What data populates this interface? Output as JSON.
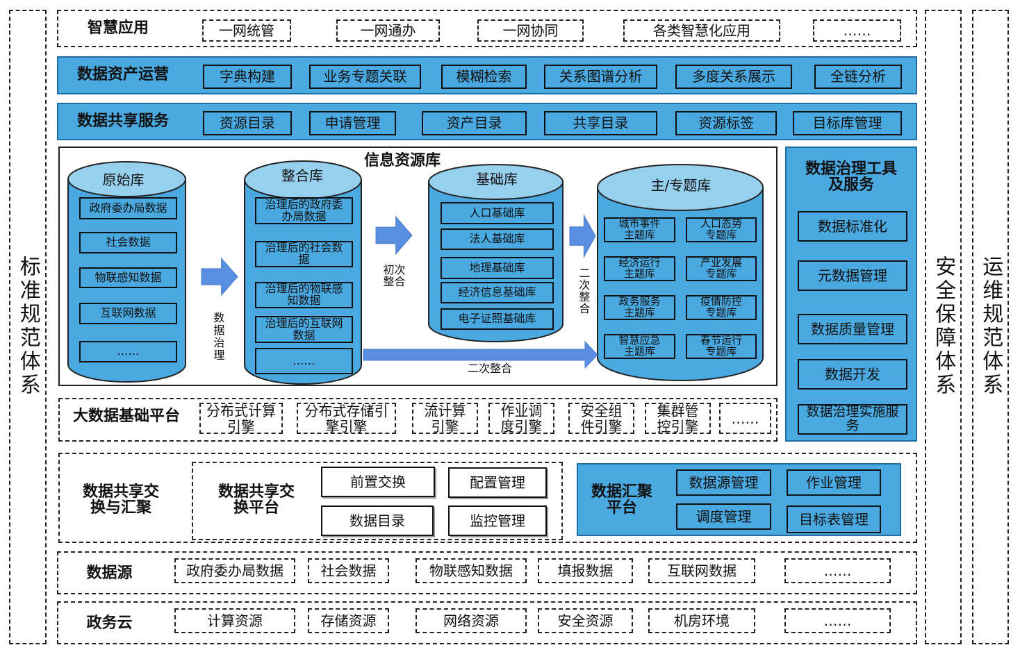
{
  "side": {
    "left": "标准规范体系",
    "security": "安全保障体系",
    "ops": "运维规范体系"
  },
  "smart_app": {
    "title": "智慧应用",
    "items": [
      "一网统管",
      "一网通办",
      "一网协同",
      "各类智慧化应用",
      "……"
    ]
  },
  "asset_ops": {
    "title": "数据资产运营",
    "items": [
      "字典构建",
      "业务专题关联",
      "模糊检索",
      "关系图谱分析",
      "多度关系展示",
      "全链分析"
    ]
  },
  "share_service": {
    "title": "数据共享服务",
    "items": [
      "资源目录",
      "申请管理",
      "资产目录",
      "共享目录",
      "资源标签",
      "目标库管理"
    ]
  },
  "info_lib": {
    "title": "信息资源库",
    "raw": {
      "title": "原始库",
      "items": [
        "政府委办局数据",
        "社会数据",
        "物联感知数据",
        "互联网数据",
        "……"
      ]
    },
    "arrow1": "数据治理",
    "integrated": {
      "title": "整合库",
      "items": [
        "治理后的政府委办局数据",
        "治理后的社会数据",
        "治理后的物联感知数据",
        "治理后的互联网数据",
        "……"
      ]
    },
    "arrow2": "初次整合",
    "base": {
      "title": "基础库",
      "items": [
        "人口基础库",
        "法人基础库",
        "地理基础库",
        "经济信息基础库",
        "电子证照基础库"
      ]
    },
    "arrow3": "二次整合",
    "arrow4": "二次整合",
    "topic": {
      "title": "主/专题库",
      "items": [
        "城市事件主题库",
        "人口态势专题库",
        "经济运行主题库",
        "产业发展专题库",
        "政务服务主题库",
        "疫情防控专题库",
        "智慧应急主题库",
        "春节运行专题库"
      ]
    }
  },
  "governance": {
    "title": "数据治理工具及服务",
    "items": [
      "数据标准化",
      "元数据管理",
      "数据质量管理",
      "数据开发",
      "数据治理实施服务"
    ]
  },
  "bigdata": {
    "title": "大数据基础平台",
    "items": [
      "分布式计算引擎",
      "分布式存储引擎引擎",
      "流计算引擎",
      "作业调度引擎",
      "安全组件引擎",
      "集群管控引擎",
      "……"
    ]
  },
  "exchange": {
    "title": "数据共享交换与汇聚",
    "platform": "数据共享交换平台",
    "items": [
      "前置交换",
      "配置管理",
      "数据目录",
      "监控管理"
    ],
    "agg_title": "数据汇聚平台",
    "agg_items": [
      "数据源管理",
      "作业管理",
      "调度管理",
      "目标表管理"
    ]
  },
  "sources": {
    "title": "数据源",
    "items": [
      "政府委办局数据",
      "社会数据",
      "物联感知数据",
      "填报数据",
      "互联网数据",
      "……"
    ]
  },
  "cloud": {
    "title": "政务云",
    "items": [
      "计算资源",
      "存储资源",
      "网络资源",
      "安全资源",
      "机房环境",
      "……"
    ]
  },
  "colors": {
    "blue": "#4aa9e0",
    "light": "#97d0ee",
    "arrow": "#5a8ee0"
  }
}
